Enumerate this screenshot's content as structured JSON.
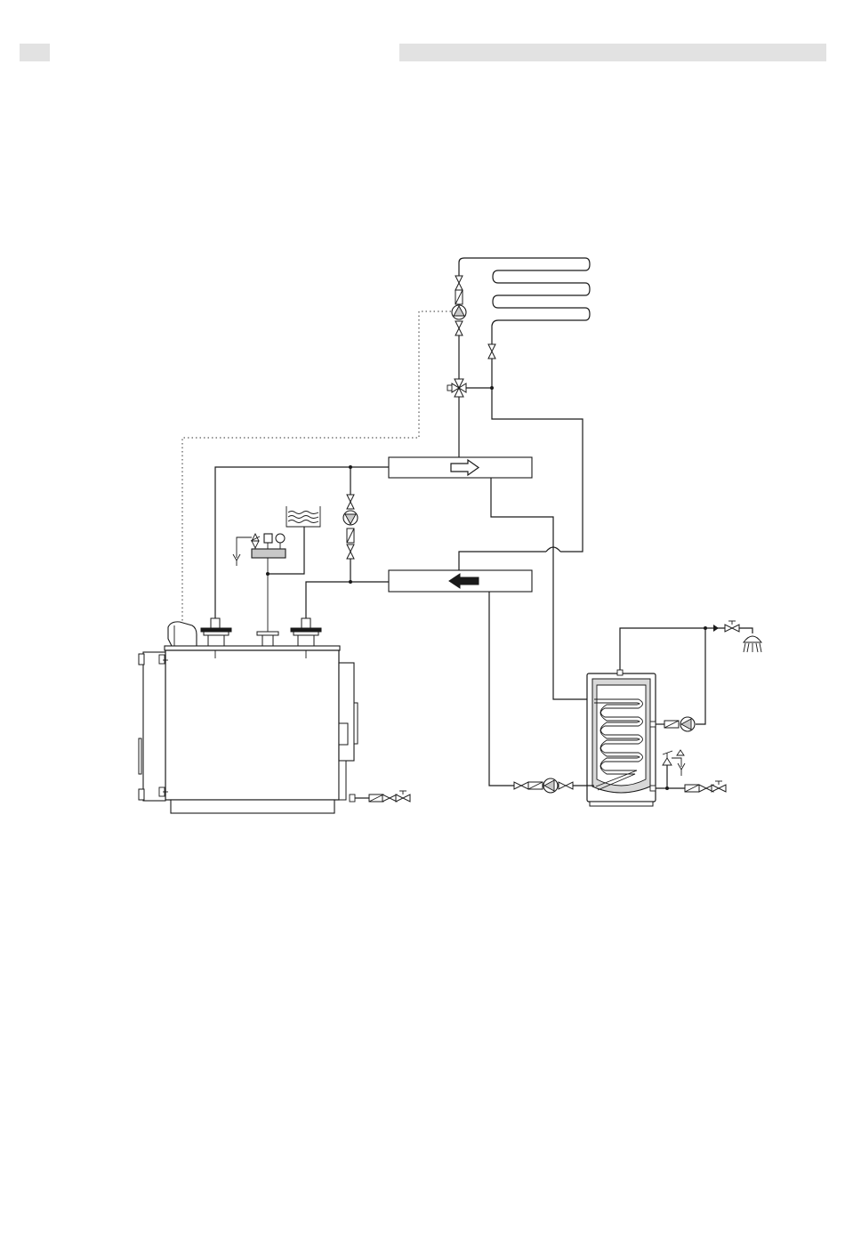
{
  "page": {
    "background": "#ffffff",
    "header_bar_color": "#e2e2e2",
    "line_color": "#1a1a1a"
  },
  "diagram": {
    "components": [
      "boiler",
      "floor-heating-circuit",
      "flow-manifold",
      "return-manifold",
      "expansion-tank",
      "safety-group",
      "hot-water-cylinder",
      "shower-outlet",
      "mixing-valve",
      "circulation-pumps"
    ]
  }
}
